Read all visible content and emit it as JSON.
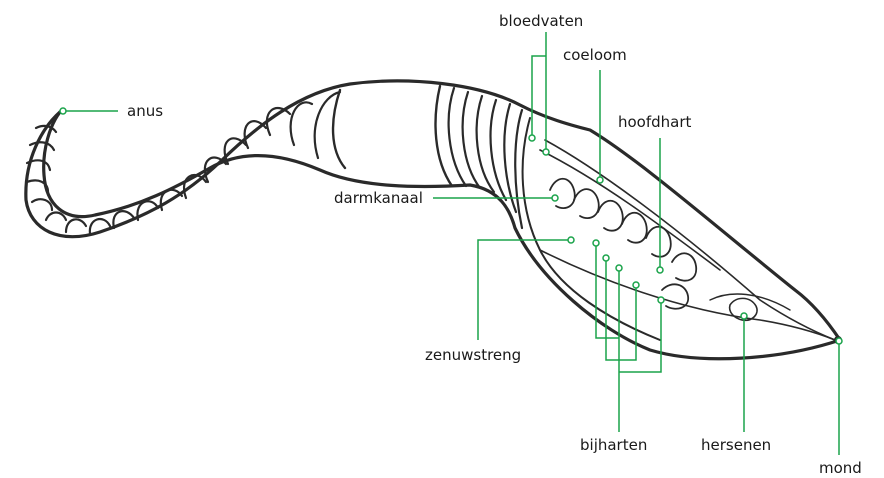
{
  "labels": {
    "bloedvaten": "bloedvaten",
    "coeloom": "coeloom",
    "hoofdhart": "hoofdhart",
    "anus": "anus",
    "darmkanaal": "darmkanaal",
    "zenuwstreng": "zenuwstreng",
    "bijharten": "bijharten",
    "hersenen": "hersenen",
    "mond": "mond"
  },
  "colors": {
    "leader": "#1aa34a",
    "outline": "#2a2a2a",
    "text": "#1a1a1a"
  }
}
